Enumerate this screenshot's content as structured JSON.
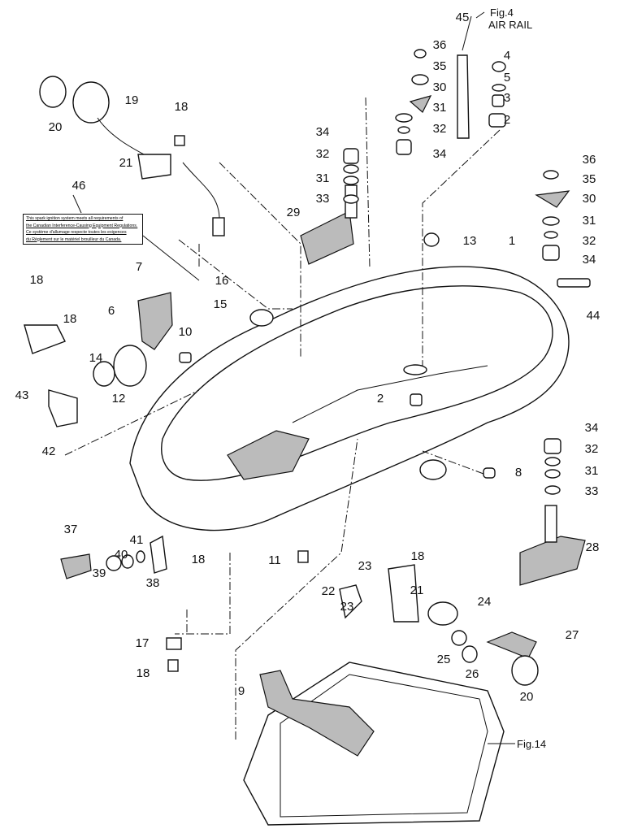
{
  "diagram": {
    "callouts": [
      "45",
      "36",
      "35",
      "30",
      "31",
      "32",
      "34",
      "4",
      "5",
      "3",
      "2",
      "20",
      "19",
      "18",
      "21",
      "34",
      "32",
      "31",
      "33",
      "29",
      "46",
      "36",
      "35",
      "30",
      "31",
      "32",
      "34",
      "13",
      "1",
      "44",
      "7",
      "16",
      "15",
      "18",
      "18",
      "6",
      "14",
      "10",
      "12",
      "43",
      "42",
      "2",
      "34",
      "32",
      "31",
      "33",
      "8",
      "28",
      "37",
      "39",
      "40",
      "41",
      "38",
      "18",
      "11",
      "23",
      "18",
      "21",
      "22",
      "23",
      "24",
      "25",
      "26",
      "27",
      "20",
      "17",
      "18",
      "9"
    ],
    "references": {
      "fig4": "Fig.4",
      "air_rail": "AIR RAIL",
      "fig14": "Fig.14"
    },
    "sticker": {
      "lines": [
        "This spark ignition system meets all requirements of",
        "the Canadian Interference-Causing Equipment Regulations.",
        "Ce système d'allumage respecte toutes les exigences",
        "du Règlement sur le matériel brouilleur du Canada."
      ]
    }
  }
}
